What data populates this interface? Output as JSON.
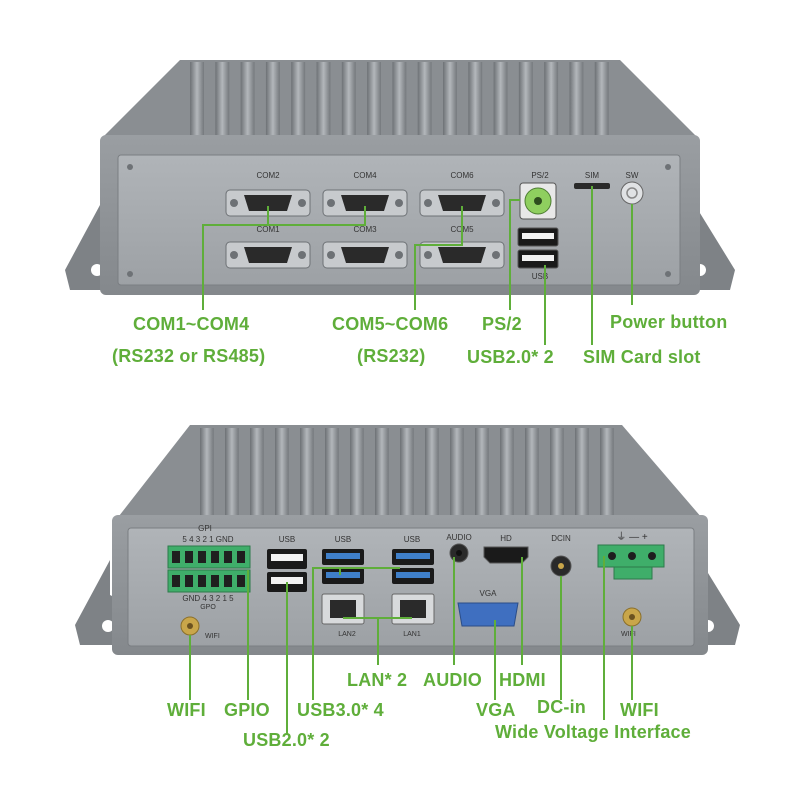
{
  "colors": {
    "accent_green": "#5fae3a",
    "chassis": "#8f9397",
    "panel": "#a9adb1",
    "port_blue": "#3f7fc9"
  },
  "top_panel": {
    "port_labels": {
      "com2": "COM2",
      "com4": "COM4",
      "com6": "COM6",
      "com1": "COM1",
      "com3": "COM3",
      "com5": "COM5",
      "ps2": "PS/2",
      "sim": "SIM",
      "sw": "SW",
      "usb": "USB"
    },
    "callouts": {
      "com1_com4": "COM1~COM4",
      "rs232_rs485": "(RS232 or RS485)",
      "com5_com6": "COM5~COM6",
      "rs232": "(RS232)",
      "ps2": "PS/2",
      "usb20_2": "USB2.0* 2",
      "power_button": "Power button",
      "sim_card_slot": "SIM Card slot"
    }
  },
  "bottom_panel": {
    "port_labels": {
      "gpi": "GPI",
      "gpi_pins": "5 4 3 2 1 GND",
      "gpo_pins": "GND 4 3 2 1 5",
      "gpo": "GPO",
      "usb_a": "USB",
      "usb_b": "USB",
      "usb_c": "USB",
      "audio": "AUDIO",
      "hd": "HD",
      "vga": "VGA",
      "dcin": "DCIN",
      "lan2": "LAN2",
      "lan1": "LAN1",
      "wifi_l": "WIFI",
      "wifi_r": "WIFI",
      "power_symbols": "⏚ — +"
    },
    "callouts": {
      "wifi_left": "WIFI",
      "gpio": "GPIO",
      "usb30_4": "USB3.0* 4",
      "usb20_2": "USB2.0* 2",
      "lan_2": "LAN* 2",
      "audio": "AUDIO",
      "hdmi": "HDMI",
      "vga": "VGA",
      "dc_in": "DC-in",
      "wifi_right": "WIFI",
      "wide_voltage": "Wide Voltage Interface"
    }
  }
}
